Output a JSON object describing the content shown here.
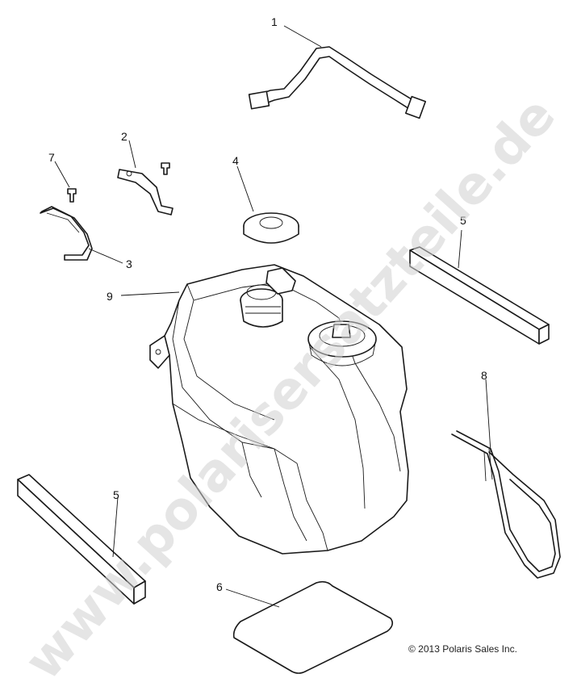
{
  "callouts": {
    "c1": "1",
    "c2": "2",
    "c3": "3",
    "c4": "4",
    "c5a": "5",
    "c5b": "5",
    "c6": "6",
    "c7": "7",
    "c8": "8",
    "c9": "9"
  },
  "watermark": "www.polarisersatzteile.de",
  "copyright": "© 2013 Polaris Sales Inc."
}
